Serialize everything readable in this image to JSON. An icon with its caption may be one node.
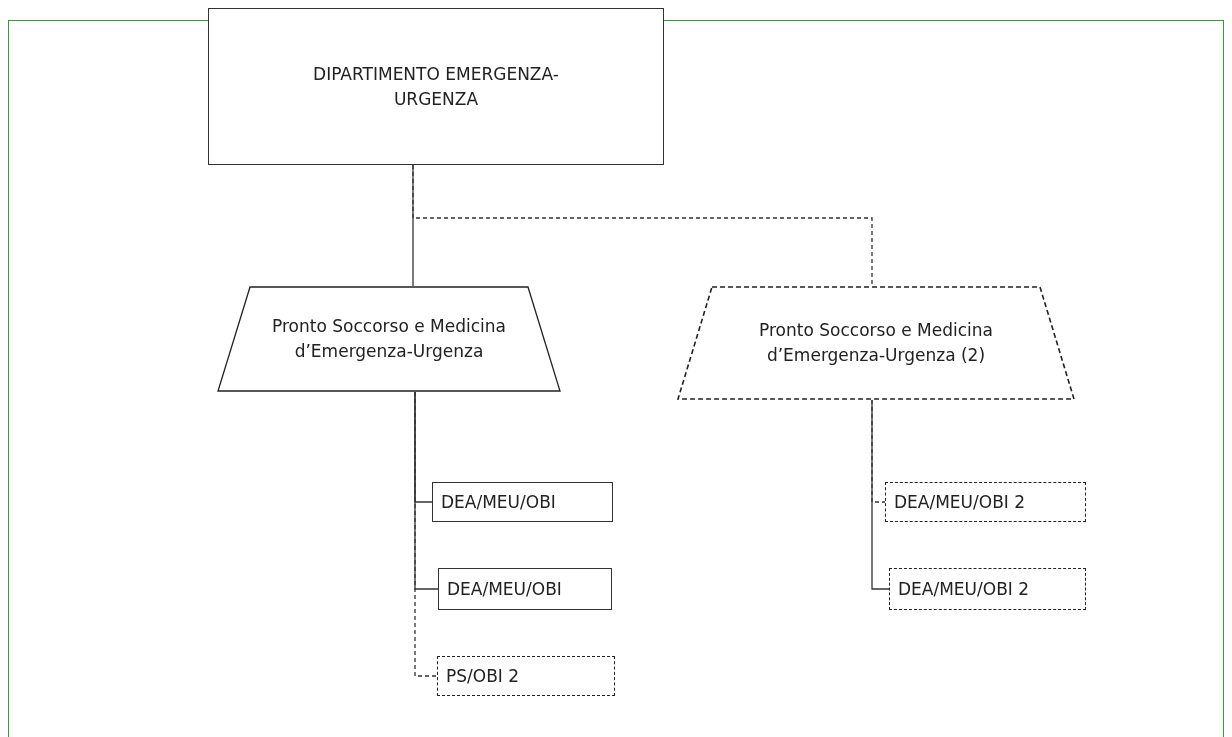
{
  "diagram": {
    "nodes": [
      {
        "text": [
          "DIPARTIMENTO EMERGENZA-URGENZA"
        ]
      },
      {
        "text": [
          "Pronto Soccorso e Medicina d’Emergenza-Urgenza"
        ]
      },
      {
        "text": [
          "Pronto Soccorso e Medicina d’Emergenza-Urgenza (2)"
        ]
      },
      {
        "text": [
          "DEA/MEU/OBI"
        ]
      },
      {
        "text": [
          "DEA/MEU/OBI"
        ]
      },
      {
        "text": [
          "PS/OBI 2"
        ]
      },
      {
        "text": [
          "DEA/MEU/OBI 2"
        ]
      },
      {
        "text": [
          "DEA/MEU/OBI 2"
        ]
      }
    ],
    "edges": [
      {
        "from": 0,
        "to": 1,
        "arrow": "none"
      },
      {
        "from": 0,
        "to": 2,
        "arrow": "none",
        "style": "dashed"
      },
      {
        "from": 1,
        "to": 3,
        "arrow": "none"
      },
      {
        "from": 1,
        "to": 4,
        "arrow": "none"
      },
      {
        "from": 1,
        "to": 5,
        "arrow": "none",
        "style": "dashed"
      },
      {
        "from": 2,
        "to": 6,
        "arrow": "none",
        "style": "dashed"
      },
      {
        "from": 2,
        "to": 7,
        "arrow": "none"
      }
    ]
  }
}
